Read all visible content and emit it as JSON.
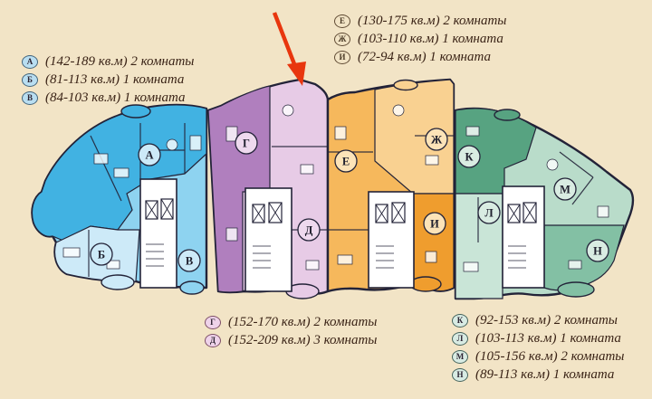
{
  "colors": {
    "background": "#f2e4c6",
    "text": "#3a2316",
    "wall": "#232338",
    "arrow": "#e8360e",
    "core": "#ffffff",
    "blue_dark": "#41b2e2",
    "blue_mid": "#8ed3f0",
    "blue_pale": "#cdeaf8",
    "purple_dark": "#b07fbe",
    "purple_light": "#e7cbe6",
    "orange_mid": "#f6b85c",
    "orange_light": "#f9d191",
    "orange_dark": "#ef9d2e",
    "green_dark": "#57a381",
    "green_light": "#b9dcca",
    "green_pale": "#c9e5d7",
    "green_mid": "#83c0a4",
    "legend_blue": "#b9def1",
    "legend_pink": "#efd3ea",
    "legend_cream": "#f2e4c6",
    "legend_teal": "#d8ebe3",
    "badge_blue": "#cdeaf8",
    "badge_purple": "#eed9ee",
    "badge_orange": "#fce3b8",
    "badge_green": "#d9ece2"
  },
  "legends": {
    "top_left": {
      "items": [
        {
          "letter": "А",
          "text": "(142-189 кв.м) 2 комнаты"
        },
        {
          "letter": "Б",
          "text": "(81-113 кв.м) 1 комната"
        },
        {
          "letter": "В",
          "text": "(84-103 кв.м) 1 комната"
        }
      ]
    },
    "top_center": {
      "items": [
        {
          "letter": "Е",
          "text": "(130-175 кв.м) 2 комнаты"
        },
        {
          "letter": "Ж",
          "text": "(103-110 кв.м) 1 комната"
        },
        {
          "letter": "И",
          "text": "(72-94 кв.м) 1 комната"
        }
      ]
    },
    "bottom_center": {
      "items": [
        {
          "letter": "Г",
          "text": "(152-170 кв.м) 2 комнаты"
        },
        {
          "letter": "Д",
          "text": "(152-209 кв.м) 3 комнаты"
        }
      ]
    },
    "bottom_right": {
      "items": [
        {
          "letter": "К",
          "text": "(92-153 кв.м) 2 комнаты"
        },
        {
          "letter": "Л",
          "text": "(103-113 кв.м) 1 комната"
        },
        {
          "letter": "М",
          "text": "(105-156 кв.м) 2 комнаты"
        },
        {
          "letter": "Н",
          "text": "(89-113 кв.м) 1 комната"
        }
      ]
    }
  },
  "plan": {
    "apartments": [
      {
        "letter": "А"
      },
      {
        "letter": "Б"
      },
      {
        "letter": "В"
      },
      {
        "letter": "Г"
      },
      {
        "letter": "Д"
      },
      {
        "letter": "Е"
      },
      {
        "letter": "Ж"
      },
      {
        "letter": "И"
      },
      {
        "letter": "К"
      },
      {
        "letter": "Л"
      },
      {
        "letter": "М"
      },
      {
        "letter": "Н"
      }
    ]
  }
}
